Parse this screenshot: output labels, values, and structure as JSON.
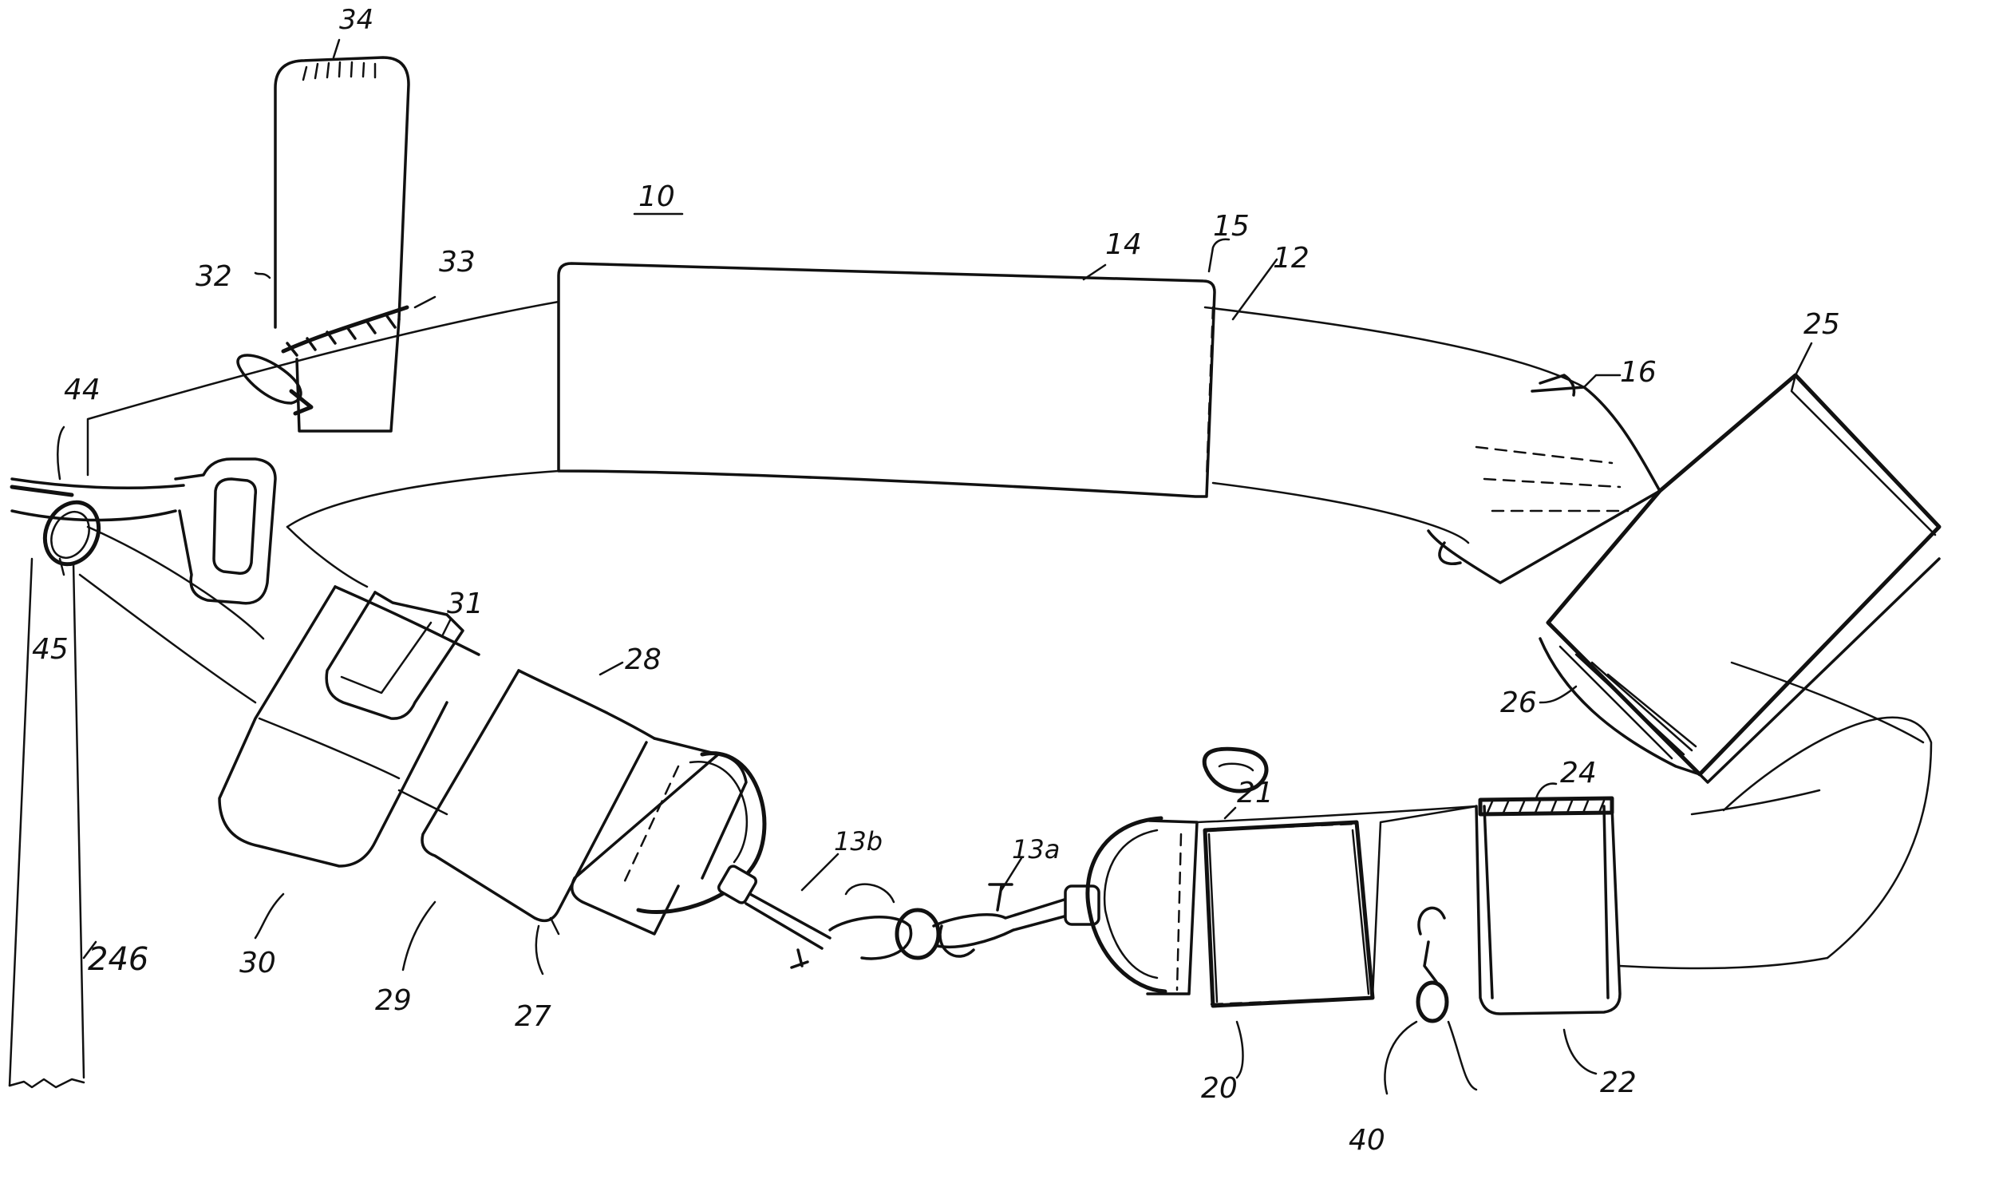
{
  "figure": {
    "colors": {
      "ink": "#111111",
      "paper": "#ffffff"
    },
    "labels": [
      {
        "id": "l10",
        "text": "10"
      },
      {
        "id": "l12",
        "text": "12"
      },
      {
        "id": "l13a",
        "text": "13a"
      },
      {
        "id": "l13b",
        "text": "13b"
      },
      {
        "id": "l14",
        "text": "14"
      },
      {
        "id": "l15",
        "text": "15"
      },
      {
        "id": "l16",
        "text": "16"
      },
      {
        "id": "l20",
        "text": "20"
      },
      {
        "id": "l21",
        "text": "21"
      },
      {
        "id": "l22",
        "text": "22"
      },
      {
        "id": "l24",
        "text": "24"
      },
      {
        "id": "l25",
        "text": "25"
      },
      {
        "id": "l26",
        "text": "26"
      },
      {
        "id": "l27",
        "text": "27"
      },
      {
        "id": "l28",
        "text": "28"
      },
      {
        "id": "l29",
        "text": "29"
      },
      {
        "id": "l30",
        "text": "30"
      },
      {
        "id": "l31",
        "text": "31"
      },
      {
        "id": "l32",
        "text": "32"
      },
      {
        "id": "l33",
        "text": "33"
      },
      {
        "id": "l34",
        "text": "34"
      },
      {
        "id": "l40",
        "text": "40"
      },
      {
        "id": "l44",
        "text": "44"
      },
      {
        "id": "l45",
        "text": "45"
      },
      {
        "id": "l46",
        "text": "246"
      }
    ]
  }
}
